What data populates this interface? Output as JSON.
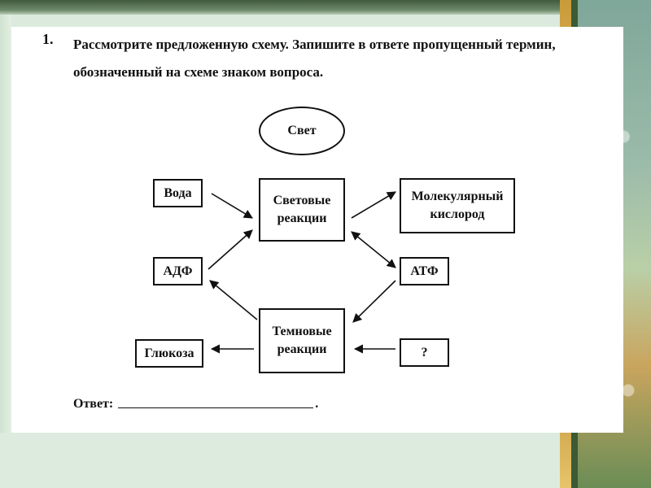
{
  "question": {
    "number": "1.",
    "text": "Рассмотрите предложенную схему. Запишите в ответе пропущенный термин, обозначенный на схеме знаком вопроса."
  },
  "diagram": {
    "light": "Свет",
    "water": "Вода",
    "light_reactions": "Световые\nреакции",
    "oxygen": "Молекулярный\nкислород",
    "adp": "АДФ",
    "atp": "АТФ",
    "dark_reactions": "Темновые\nреакции",
    "glucose": "Глюкоза",
    "unknown": "?"
  },
  "answer": {
    "label": "Ответ:",
    "end": "."
  }
}
